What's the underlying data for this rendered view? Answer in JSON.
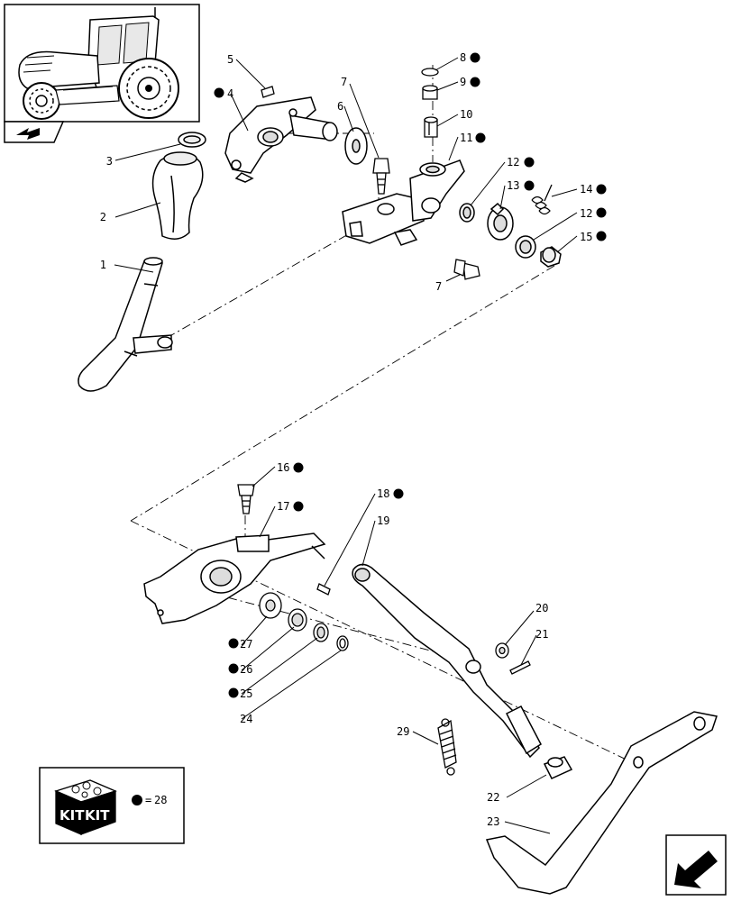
{
  "diagram": {
    "callouts": [
      {
        "id": "c1",
        "text": "1",
        "kit": false
      },
      {
        "id": "c2",
        "text": "2",
        "kit": false
      },
      {
        "id": "c3",
        "text": "3",
        "kit": false
      },
      {
        "id": "c4",
        "text": "4",
        "kit": true
      },
      {
        "id": "c5",
        "text": "5",
        "kit": false
      },
      {
        "id": "c6",
        "text": "6",
        "kit": false
      },
      {
        "id": "c7a",
        "text": "7",
        "kit": false
      },
      {
        "id": "c7b",
        "text": "7",
        "kit": false
      },
      {
        "id": "c8",
        "text": "8",
        "kit": true
      },
      {
        "id": "c9",
        "text": "9",
        "kit": true
      },
      {
        "id": "c10",
        "text": "10",
        "kit": false
      },
      {
        "id": "c11",
        "text": "11",
        "kit": true
      },
      {
        "id": "c12a",
        "text": "12",
        "kit": true
      },
      {
        "id": "c12b",
        "text": "12",
        "kit": true
      },
      {
        "id": "c13",
        "text": "13",
        "kit": true
      },
      {
        "id": "c14",
        "text": "14",
        "kit": true
      },
      {
        "id": "c15",
        "text": "15",
        "kit": true
      },
      {
        "id": "c16",
        "text": "16",
        "kit": true
      },
      {
        "id": "c17",
        "text": "17",
        "kit": true
      },
      {
        "id": "c18",
        "text": "18",
        "kit": true
      },
      {
        "id": "c19",
        "text": "19",
        "kit": false
      },
      {
        "id": "c20",
        "text": "20",
        "kit": false
      },
      {
        "id": "c21",
        "text": "21",
        "kit": false
      },
      {
        "id": "c22",
        "text": "22",
        "kit": false
      },
      {
        "id": "c23",
        "text": "23",
        "kit": false
      },
      {
        "id": "c24",
        "text": "24",
        "kit": false
      },
      {
        "id": "c25",
        "text": "25",
        "kit": true
      },
      {
        "id": "c26",
        "text": "26",
        "kit": true
      },
      {
        "id": "c27",
        "text": "27",
        "kit": true
      },
      {
        "id": "c29",
        "text": "29",
        "kit": false
      }
    ],
    "kit_box": {
      "badge_left": "KIT",
      "badge_right": "KIT",
      "legend_equals": "=",
      "legend_ref": "28"
    },
    "icons": {
      "thumbnail": "tractor-thumbnail",
      "corner_nav": "navigation-arrow-icon",
      "thumbnail_tag": "reference-arrow-icon"
    }
  }
}
